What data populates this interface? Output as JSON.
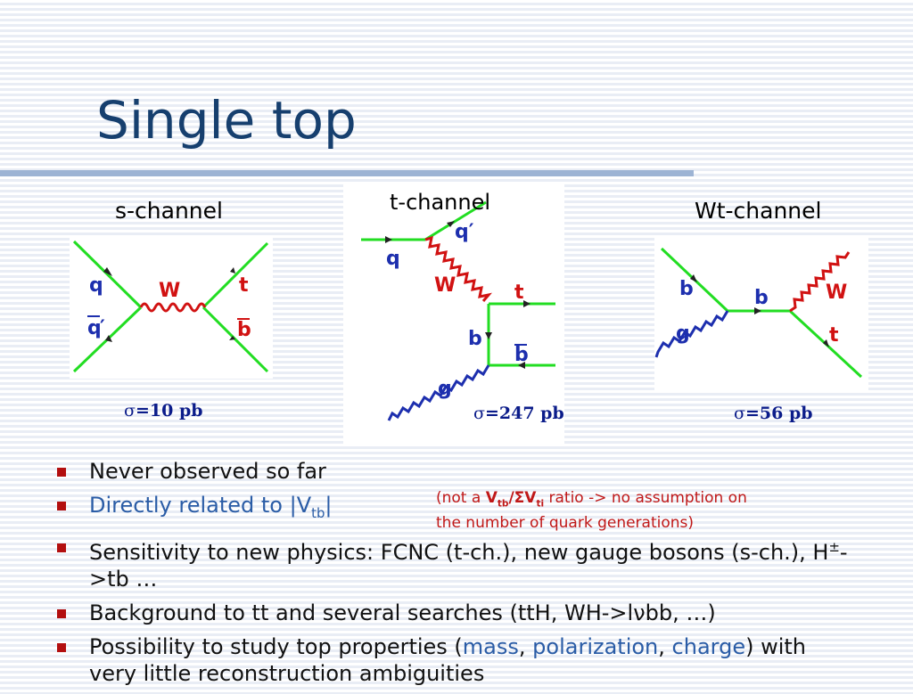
{
  "slide": {
    "title": "Single top"
  },
  "diagrams": {
    "s_channel": {
      "label": "s-channel",
      "sigma": "=10 pb",
      "particles": {
        "q": "q",
        "qbar": "q",
        "qbar_prime": "′",
        "W": "W",
        "t": "t",
        "bbar": "b"
      }
    },
    "t_channel": {
      "label": "t-channel",
      "sigma": "=247 pb",
      "particles": {
        "q": "q",
        "q_prime": "q′",
        "W": "W",
        "t": "t",
        "b": "b",
        "bbar": "b",
        "g": "g"
      }
    },
    "wt_channel": {
      "label": "Wt-channel",
      "sigma": "=56 pb",
      "particles": {
        "b_in": "b",
        "b_mid": "b",
        "W": "W",
        "t": "t",
        "g": "g"
      }
    },
    "sigma_symbol": "σ"
  },
  "bullets": {
    "b1": "Never observed so far",
    "b2_text": "Directly related to |V",
    "b2_sub": "tb",
    "b2_end": "|",
    "b3_a": "Sensitivity to new physics: FCNC (t-ch.), new gauge bosons (s-ch.), H",
    "b3_sup": "±",
    "b3_b": "->tb …",
    "b4": "Background to tt and several searches (ttH, WH->lνbb, …)",
    "b5_a": "Possibility to study top properties (",
    "b5_mass": "mass",
    "b5_sep1": ", ",
    "b5_pol": "polarization",
    "b5_sep2": ", ",
    "b5_charge": "charge",
    "b5_b": ") with very little reconstruction ambiguities"
  },
  "note": {
    "open": "(not a ",
    "v1": "V",
    "v1_sub": "tb",
    "slash": "/ΣV",
    "v2_sub": "ti",
    "rest": " ratio -> no assumption on the number of quark generations)"
  },
  "colors": {
    "title": "#163f6e",
    "fermion_line": "#22dd22",
    "w_boson": "#d11212",
    "gluon": "#1d2fae",
    "bullet": "#b30f0f",
    "highlight": "#2a5ca6",
    "note": "#c01818"
  }
}
